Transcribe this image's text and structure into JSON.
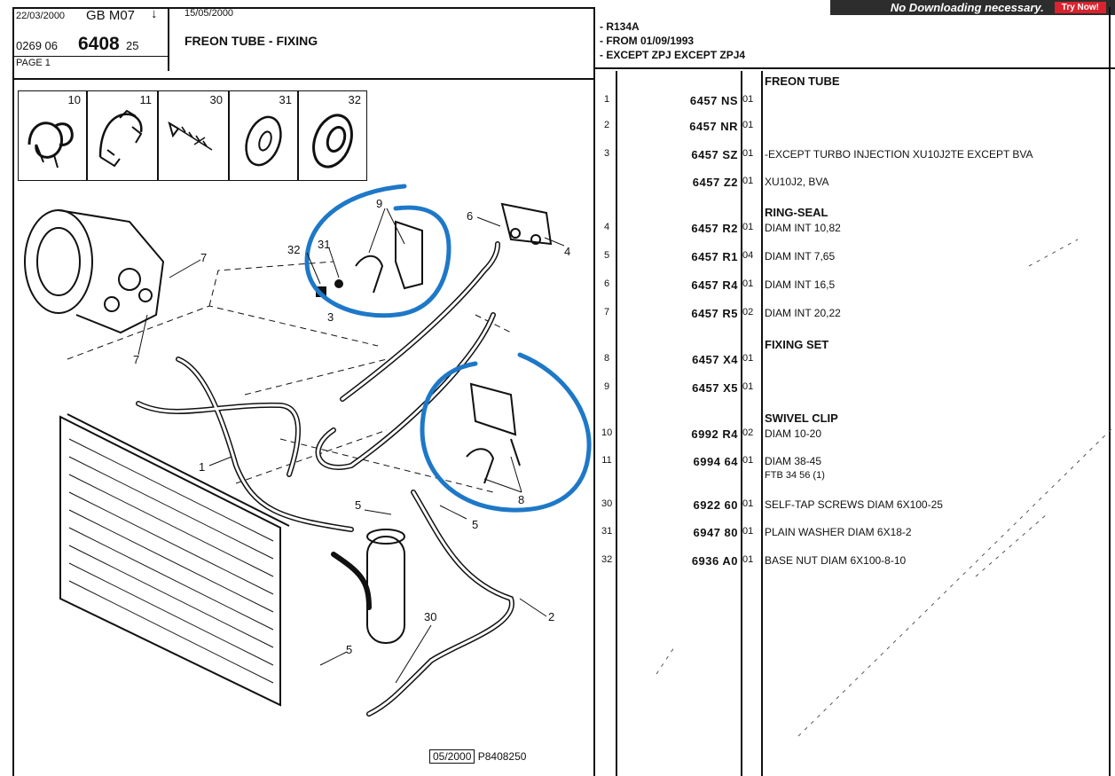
{
  "header": {
    "date1": "22/03/2000",
    "country_code": "GB  M07",
    "arrow": "↓",
    "date2": "15/05/2000",
    "ref_prefix": "0269  06",
    "ref_main": "6408",
    "ref_suffix": "25",
    "page": "PAGE  1",
    "title": "FREON TUBE - FIXING",
    "conditions": [
      "- R134A",
      "- FROM  01/09/1993",
      "- EXCEPT  ZPJ EXCEPT  ZPJ4"
    ]
  },
  "ad": {
    "text": "No Downloading necessary.",
    "button": "Try Now!"
  },
  "thumbnails": [
    {
      "num": "10"
    },
    {
      "num": "11"
    },
    {
      "num": "30"
    },
    {
      "num": "31"
    },
    {
      "num": "32"
    }
  ],
  "callouts": {
    "c9": "9",
    "c32": "32",
    "c31": "31",
    "c6": "6",
    "c4": "4",
    "c7a": "7",
    "c7b": "7",
    "c3": "3",
    "c1": "1",
    "c8": "8",
    "c5a": "5",
    "c5b": "5",
    "c2": "2",
    "c30": "30",
    "c5c": "5"
  },
  "footer": {
    "stamp_date": "05/2000",
    "ref": "P8408250"
  },
  "sections": {
    "s1": "FREON TUBE",
    "s2": "RING-SEAL",
    "s3": "FIXING SET",
    "s4": "SWIVEL CLIP"
  },
  "parts": [
    {
      "num": "1",
      "ref": "6457 NS",
      "qty": "01",
      "desc": ""
    },
    {
      "num": "2",
      "ref": "6457 NR",
      "qty": "01",
      "desc": ""
    },
    {
      "num": "3",
      "ref": "6457 SZ",
      "qty": "01",
      "desc": "-EXCEPT TURBO INJECTION XU10J2TE EXCEPT BVA"
    },
    {
      "num": "",
      "ref": "6457 Z2",
      "qty": "01",
      "desc": "XU10J2, BVA"
    },
    {
      "num": "4",
      "ref": "6457 R2",
      "qty": "01",
      "desc": "DIAM INT 10,82"
    },
    {
      "num": "5",
      "ref": "6457 R1",
      "qty": "04",
      "desc": "DIAM INT 7,65"
    },
    {
      "num": "6",
      "ref": "6457 R4",
      "qty": "01",
      "desc": "DIAM INT 16,5"
    },
    {
      "num": "7",
      "ref": "6457 R5",
      "qty": "02",
      "desc": "DIAM INT 20,22"
    },
    {
      "num": "8",
      "ref": "6457 X4",
      "qty": "01",
      "desc": ""
    },
    {
      "num": "9",
      "ref": "6457 X5",
      "qty": "01",
      "desc": ""
    },
    {
      "num": "10",
      "ref": "6992 R4",
      "qty": "02",
      "desc": "DIAM 10-20"
    },
    {
      "num": "11",
      "ref": "6994 64",
      "qty": "01",
      "desc": "DIAM 38-45"
    },
    {
      "num": "30",
      "ref": "6922 60",
      "qty": "01",
      "desc": "SELF-TAP SCREWS DIAM 6X100-25"
    },
    {
      "num": "31",
      "ref": "6947 80",
      "qty": "01",
      "desc": "PLAIN WASHER DIAM 6X18-2"
    },
    {
      "num": "32",
      "ref": "6936 A0",
      "qty": "01",
      "desc": "BASE NUT DIAM 6X100-8-10"
    }
  ],
  "extra_line": "FTB 34 56 (1)",
  "colors": {
    "ink": "#111111",
    "circle": "#1e78c8",
    "ad_bg": "#2d2d2d",
    "ad_btn": "#d9232e"
  }
}
